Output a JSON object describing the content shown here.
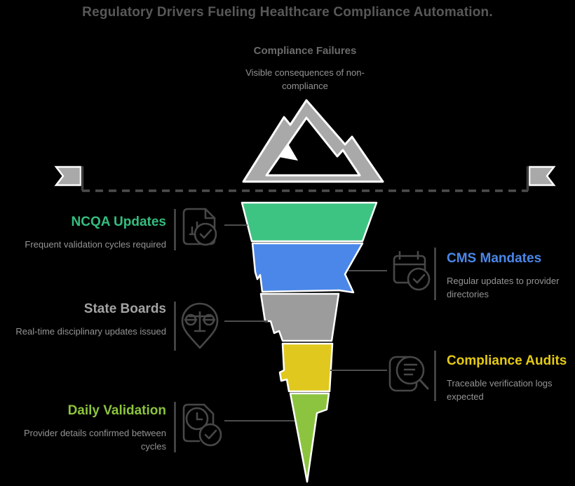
{
  "title": "Regulatory Drivers Fueling Healthcare Compliance Automation.",
  "surface": {
    "heading": "Compliance Failures",
    "subheading": "Visible consequences of non-compliance"
  },
  "colors": {
    "background": "#000000",
    "title_text": "#585858",
    "surface_heading_text": "#6b6b6b",
    "muted_text": "#949494",
    "iceberg_gray": "#a9a9a9",
    "line_gray": "#4d4d4d",
    "icon_stroke": "#474747",
    "outline_white": "#ffffff"
  },
  "items": [
    {
      "title": "NCQA Updates",
      "description": "Frequent validation cycles required",
      "color": "#35bd7f",
      "icon": "document-bar-chart-check",
      "side": "left"
    },
    {
      "title": "CMS Mandates",
      "description": "Regular updates to provider directories",
      "color": "#4b87e9",
      "icon": "calendar-check",
      "side": "right"
    },
    {
      "title": "State Boards",
      "description": "Real-time disciplinary updates issued",
      "color": "#a3a3a3",
      "icon": "scales-location-pin",
      "side": "left"
    },
    {
      "title": "Compliance Audits",
      "description": "Traceable verification logs expected",
      "color": "#e5ca15",
      "icon": "document-magnifier",
      "side": "right"
    },
    {
      "title": "Daily Validation",
      "description": "Provider details confirmed between cycles",
      "color": "#8cc43c",
      "icon": "document-clock-check",
      "side": "left"
    }
  ],
  "funnel": {
    "segments": [
      {
        "label": "NCQA Updates",
        "color": "#3ec482"
      },
      {
        "label": "CMS Mandates",
        "color": "#4b87e9"
      },
      {
        "label": "State Boards",
        "color": "#9c9c9c"
      },
      {
        "label": "Compliance Audits",
        "color": "#e0c81e"
      },
      {
        "label": "Daily Validation",
        "color": "#8cc440"
      }
    ]
  }
}
